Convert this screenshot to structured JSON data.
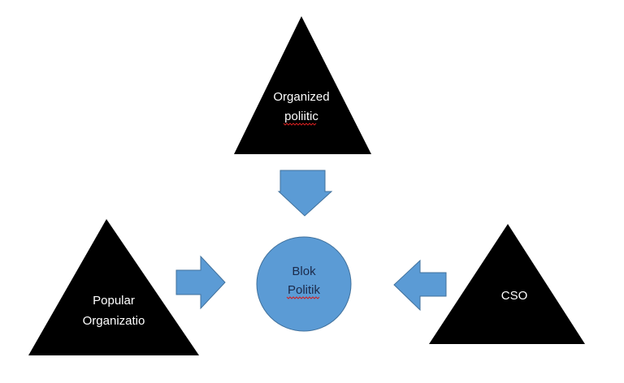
{
  "diagram": {
    "colors": {
      "triangle_fill": "#000000",
      "arrow_fill": "#5b9bd5",
      "arrow_stroke": "#41719c",
      "circle_fill": "#5b9bd5",
      "circle_stroke": "#41719c",
      "triangle_text": "#ffffff",
      "circle_text": "#1b2a4a",
      "spellcheck_underline": "#d02020"
    },
    "nodes": {
      "top": {
        "line1": "Organized",
        "line2": "poliitic"
      },
      "left": {
        "line1": "Popular",
        "line2": "Organizatio"
      },
      "right": {
        "line1": "CSO"
      },
      "center": {
        "line1": "Blok",
        "line2": "Politik"
      }
    },
    "edges": [
      {
        "from": "top",
        "to": "center",
        "direction": "down"
      },
      {
        "from": "left",
        "to": "center",
        "direction": "right"
      },
      {
        "from": "right",
        "to": "center",
        "direction": "left"
      }
    ]
  }
}
